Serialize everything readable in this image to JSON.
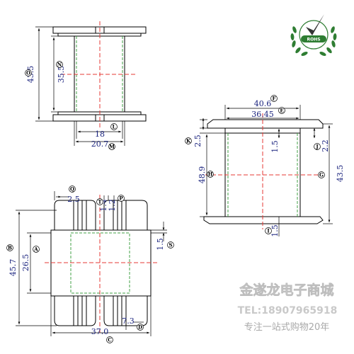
{
  "dimensions": {
    "front_height_total": "43.5",
    "front_height_inner": "35.5",
    "front_bottom_inner": "18",
    "front_bottom_outer": "20.7",
    "side_top_outer": "40.6",
    "side_top_inner": "36.45",
    "side_left_flange": "2.5",
    "side_inner_step": "1.5",
    "side_right_step": "2.2",
    "side_height_inner": "48.9",
    "side_height_outer": "43.5",
    "side_bottom_step": "1.5",
    "bottom_top_gap": "2.5",
    "bottom_slot_t": "1.4",
    "bottom_slot_p": "1.2",
    "bottom_height_outer": "45.7",
    "bottom_height_inner": "26.5",
    "bottom_right_step": "1.5",
    "bottom_width": "37.0",
    "bottom_d": "7.3"
  },
  "markers": {
    "O": "O",
    "N": "N",
    "L": "L",
    "M": "M",
    "F": "F",
    "E": "E",
    "K": "K",
    "J": "J",
    "H": "H",
    "G": "G",
    "I": "I",
    "Q": "Q",
    "T": "T",
    "P": "P",
    "B": "B",
    "A": "A",
    "S": "S",
    "D": "D",
    "C": "C"
  },
  "logo": {
    "text": "ROHS",
    "color": "#2e7d32"
  },
  "watermark": {
    "brand": "金遂龙电子商城",
    "phone": "TEL:18907965918",
    "slogan": "专注一站式购物20年"
  },
  "colors": {
    "outline": "#000000",
    "center_line": "#e53935",
    "hidden_line": "#43a047",
    "dimension_text": "#1a237e"
  }
}
